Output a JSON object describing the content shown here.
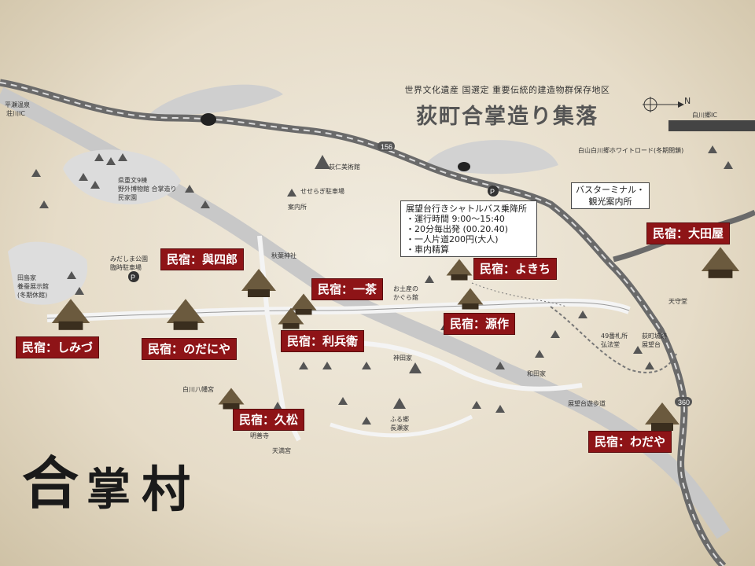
{
  "title": {
    "heritage": "世界文化遺産",
    "designation": "国選定 重要伝統的建造物群保存地区",
    "main": "荻町合掌造り集落"
  },
  "north_label": "N",
  "minshuku": [
    {
      "label": "民宿：與四郎"
    },
    {
      "label": "民宿：一茶"
    },
    {
      "label": "民宿：よきち"
    },
    {
      "label": "民宿：大田屋"
    },
    {
      "label": "民宿：しみづ"
    },
    {
      "label": "民宿：のだにや"
    },
    {
      "label": "民宿：利兵衛"
    },
    {
      "label": "民宿：源作"
    },
    {
      "label": "民宿：久松"
    },
    {
      "label": "民宿：わだや"
    }
  ],
  "shuttle_info": {
    "heading": "展望台行きシャトルバス乗降所",
    "lines": [
      "・運行時間 9:00～15:40",
      "・20分毎出発 (00.20.40)",
      "・一人片道200円(大人)",
      "・車内精算"
    ]
  },
  "bus_terminal": {
    "line1": "バスターミナル・",
    "line2": "観光案内所"
  },
  "roads": {
    "shirakawa_go_white_road": "白山白川郷ホワイトロード(冬期閉鎖)",
    "shirakawa_go_ic": "白川郷IC",
    "hirase_onsen": "平瀬温泉",
    "sho_ic": "荘川IC",
    "route_156": "156",
    "route_360": "360"
  },
  "place_labels": {
    "kunisada_museum": "合掌造り民家園",
    "nomura_bridge": "せせらぎ駐車場",
    "ryoushoku": "案内所",
    "miroku": "秋葉神社",
    "tashimake": "田島家\n養蚕展示館\n(冬期休館)",
    "wada_house": "和田家",
    "kanda_house": "神田家",
    "nagase_house": "ふる郷\n長瀬家",
    "myozenji": "明善寺",
    "tenmangu": "天満宮",
    "hachiman_shrine": "白川八幡宮",
    "observatory": "荻町城跡\n展望台",
    "hamlet_no9": "県重文9棟\n野外博物館 合掌造り民家園",
    "tenjo": "天守堂",
    "kousatsu": "49番札所\n弘法堂",
    "museum": "荻仁美術館",
    "kaguya": "お土産の\nかぐら館",
    "mid_park": "みだしま公園\n臨時駐車場",
    "guide_path": "展望台遊歩道"
  },
  "calligraphy": [
    "合",
    "掌",
    "村"
  ],
  "colors": {
    "minshuku_bg": "#8e1417",
    "road": "#6a6a6a",
    "river": "#c9c9c9",
    "paper": "#ebe4d3"
  }
}
